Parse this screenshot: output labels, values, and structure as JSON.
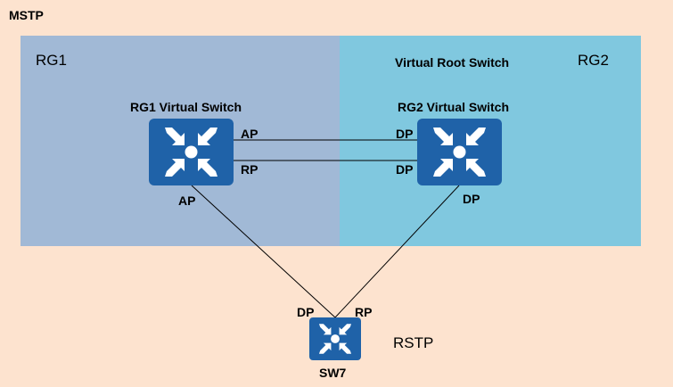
{
  "title": "MSTP",
  "regions": {
    "rg1": {
      "label": "RG1",
      "color": "#a1b9d6"
    },
    "rg2": {
      "label": "RG2",
      "color": "#80c8df",
      "note": "Virtual Root Switch"
    }
  },
  "switches": {
    "rg1": {
      "label": "RG1 Virtual Switch",
      "icon": "network-switch-icon"
    },
    "rg2": {
      "label": "RG2 Virtual Switch",
      "icon": "network-switch-icon"
    },
    "sw7": {
      "label": "SW7",
      "icon": "network-switch-icon"
    }
  },
  "ports": {
    "rg1_top": "AP",
    "rg1_mid": "RP",
    "rg1_bottom": "AP",
    "rg2_top": "DP",
    "rg2_mid": "DP",
    "rg2_bottom": "DP",
    "sw7_left": "DP",
    "sw7_right": "RP"
  },
  "rstp_label": "RSTP",
  "colors": {
    "background": "#fde3cf",
    "switch": "#1f62a8"
  }
}
